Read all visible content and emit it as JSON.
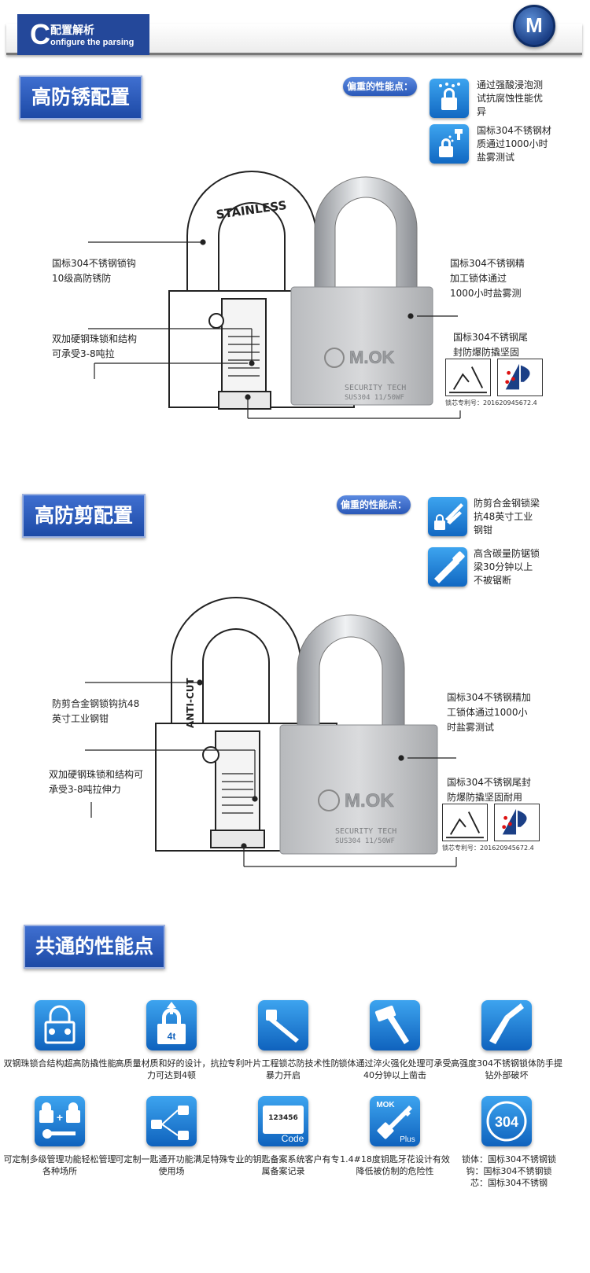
{
  "header": {
    "initial": "C",
    "title_zh": "配置解析",
    "title_en": "onfigure the parsing",
    "logo": "M"
  },
  "section1": {
    "banner": "高防锈配置",
    "focus_label": "偏重的性能点：",
    "features": [
      {
        "icon": "acid-test-icon",
        "text": "通过强酸浸泡测试抗腐蚀性能优异"
      },
      {
        "icon": "salt-spray-icon",
        "text": "国标304不锈钢材质通过1000小时盐雾测试"
      }
    ],
    "shackle_engraving": "STAINLESS",
    "callouts": {
      "shackle": "国标304不锈钢锁钩10级高防锈防",
      "ball": "双加硬钢珠锁和结构可承受3-8吨拉",
      "body": "国标304不锈钢精加工锁体通过1000小时盐雾测",
      "tail": "国标304不锈钢尾封防爆防撬坚固"
    },
    "lock_brand": "M.OK",
    "lock_text1": "SECURITY TECH",
    "lock_text2": "SUS304  11/50WF",
    "patent": "锁芯专利号：201620945672.4"
  },
  "section2": {
    "banner": "高防剪配置",
    "focus_label": "偏重的性能点：",
    "features": [
      {
        "icon": "cutter-icon",
        "text": "防剪合金钢锁梁抗48英寸工业钢钳"
      },
      {
        "icon": "saw-icon",
        "text": "高含碳量防锯锁梁30分钟以上不被锯断"
      }
    ],
    "shackle_engraving": "ANTI-CUT",
    "callouts": {
      "shackle": "防剪合金钢锁钩抗48英寸工业钢钳",
      "ball": "双加硬钢珠锁和结构可承受3-8吨拉伸力",
      "body": "国标304不锈钢精加工锁体通过1000小时盐雾测试",
      "tail": "国标304不锈钢尾封防爆防撬坚固耐用"
    },
    "lock_brand": "M.OK",
    "lock_text1": "SECURITY TECH",
    "lock_text2": "SUS304  11/50WF",
    "patent": "锁芯专利号：201620945672.4"
  },
  "section3": {
    "banner": "共通的性能点",
    "items": [
      {
        "icon": "double-lock-icon",
        "text": "双钢珠锁合结构超高防撬性能"
      },
      {
        "icon": "tension-4t-icon",
        "label": "4t",
        "text": "高质量材质和好的设计，抗拉力可达到4顿"
      },
      {
        "icon": "blade-key-icon",
        "text": "专利叶片工程锁芯防技术性防暴力开启"
      },
      {
        "icon": "hammer-icon",
        "text": "锁体通过淬火强化处理可承受40分钟以上凿击"
      },
      {
        "icon": "drill-icon",
        "text": "高强度304不锈钢锁体防手提钻外部破坏"
      },
      {
        "icon": "master-key-icon",
        "text": "可定制多级管理功能轻松管理各种场所"
      },
      {
        "icon": "keyed-alike-icon",
        "text": "可定制一匙通开功能满足特殊使用场"
      },
      {
        "icon": "code-icon",
        "label_num": "123456",
        "label_code": "Code",
        "text": "专业的钥匙备案系统客户有专属备案记录"
      },
      {
        "icon": "plus-key-icon",
        "label_mok": "MOK",
        "label_plus": "Plus",
        "text": "1.4#18度钥匙牙花设计有效降低被仿制的危险性"
      },
      {
        "icon": "badge-304-icon",
        "label": "304",
        "text": "锁体：国标304不锈钢锁钩：国标304不锈钢锁芯：国标304不锈钢"
      }
    ]
  }
}
